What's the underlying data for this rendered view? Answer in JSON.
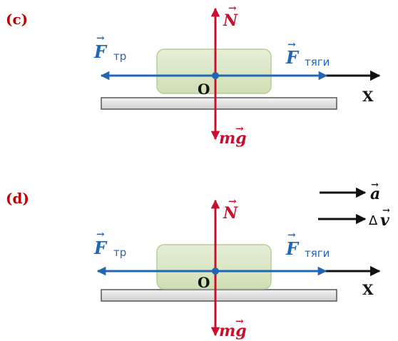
{
  "colors": {
    "panel_label": "#c00000",
    "force_red": "#c8102e",
    "force_blue": "#2166b5",
    "block_fill": "#d9e8c4",
    "block_stroke": "#b8cc98",
    "surface_fill": "#e8e8e8",
    "surface_stroke": "#555555",
    "axis": "#111111"
  },
  "panels": [
    {
      "id": "c",
      "label": "(c)",
      "normal_force": {
        "symbol": "N",
        "vector_mark": "→"
      },
      "gravity_force": {
        "symbol": "mg",
        "vector_mark": "→"
      },
      "friction_force": {
        "symbol": "F",
        "subscript": "тр",
        "vector_mark": "→"
      },
      "traction_force": {
        "symbol": "F",
        "subscript": "тяги",
        "vector_mark": "→"
      },
      "origin_label": "O",
      "axis_label": "X",
      "extra_vectors": []
    },
    {
      "id": "d",
      "label": "(d)",
      "normal_force": {
        "symbol": "N",
        "vector_mark": "→"
      },
      "gravity_force": {
        "symbol": "mg",
        "vector_mark": "→"
      },
      "friction_force": {
        "symbol": "F",
        "subscript": "тр",
        "vector_mark": "→"
      },
      "traction_force": {
        "symbol": "F",
        "subscript": "тяги",
        "vector_mark": "→"
      },
      "origin_label": "O",
      "axis_label": "X",
      "extra_vectors": [
        {
          "symbol": "a",
          "vector_mark": "→"
        },
        {
          "symbol": "Δv",
          "prefix": "Δ",
          "vector_mark": "→",
          "base": "v"
        }
      ]
    }
  ]
}
